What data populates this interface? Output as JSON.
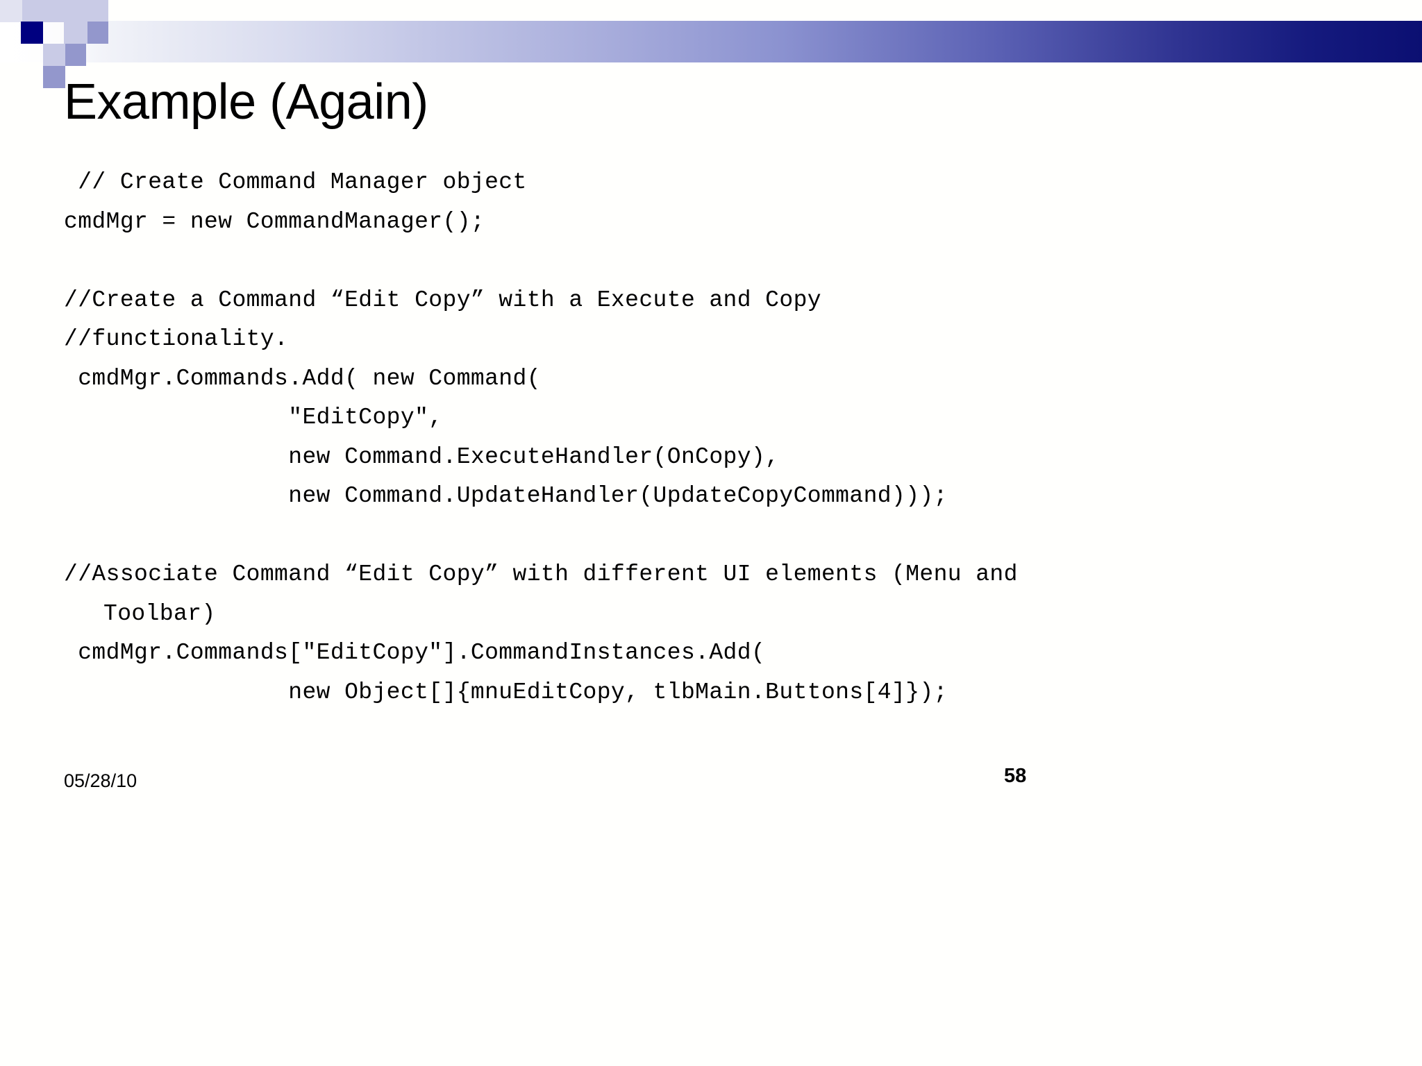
{
  "slide": {
    "title": "Example (Again)",
    "footer": {
      "date": "05/28/10",
      "page_number": "58"
    },
    "colors": {
      "accent_navy": "#000080",
      "bar_end_navy": "#0b0f72",
      "square_light": "#c9cbe6",
      "square_mid": "#9397cc",
      "square_pale": "#e2e3f1",
      "text": "#000000",
      "background": "#ffffff"
    },
    "code_lines": [
      {
        "text": " // Create Command Manager object",
        "indent": 0
      },
      {
        "text": "cmdMgr = new CommandManager();",
        "indent": 0
      },
      {
        "text": "",
        "indent": 0
      },
      {
        "text": "//Create a Command “Edit Copy” with a Execute and Copy",
        "indent": 0
      },
      {
        "text": "//functionality.",
        "indent": 0
      },
      {
        "text": " cmdMgr.Commands.Add( new Command(",
        "indent": 0
      },
      {
        "text": "                \"EditCopy\",",
        "indent": 0
      },
      {
        "text": "                new Command.ExecuteHandler(OnCopy),",
        "indent": 0
      },
      {
        "text": "                new Command.UpdateHandler(UpdateCopyCommand)));",
        "indent": 0
      },
      {
        "text": "",
        "indent": 0
      },
      {
        "text": "//Associate Command “Edit Copy” with different UI elements (Menu and",
        "indent": 0
      },
      {
        "text": "Toolbar)",
        "indent": 1
      },
      {
        "text": " cmdMgr.Commands[\"EditCopy\"].CommandInstances.Add(",
        "indent": 0
      },
      {
        "text": "                new Object[]{mnuEditCopy, tlbMain.Buttons[4]});",
        "indent": 0
      }
    ]
  }
}
